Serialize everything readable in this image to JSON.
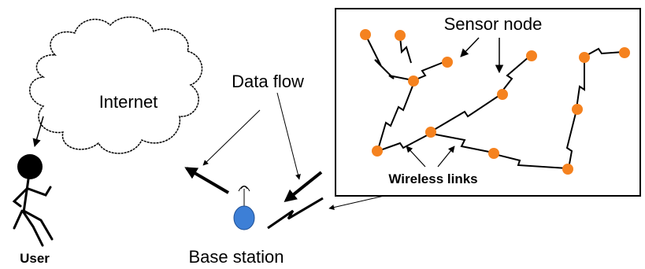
{
  "labels": {
    "internet": "Internet",
    "data_flow": "Data flow",
    "sensor_node": "Sensor node",
    "wireless_links": "Wireless links",
    "base_station": "Base station",
    "user": "User"
  },
  "colors": {
    "sensor_node": "#f5821f",
    "base_station": "#3d7fd6",
    "line": "#000000"
  },
  "icons": [
    "cloud-icon",
    "user-stick-figure-icon",
    "base-station-icon",
    "sensor-node-icon",
    "zigzag-wireless-link-icon"
  ]
}
